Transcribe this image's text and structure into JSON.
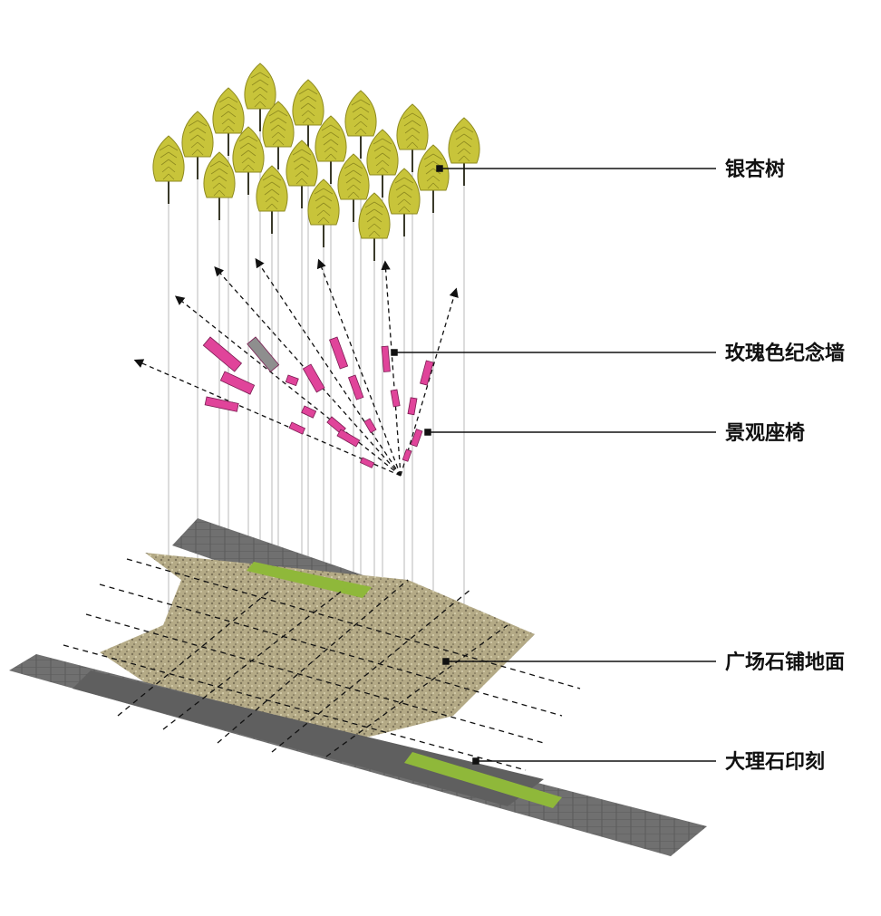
{
  "labels": {
    "ginkgo": "银杏树",
    "memorial_wall": "玫瑰色纪念墙",
    "bench": "景观座椅",
    "plaza_paving": "广场石铺地面",
    "marble_engraving": "大理石印刻"
  },
  "colors": {
    "tree_foliage": "#c8c43a",
    "tree_trunk": "#3a3a2a",
    "wall_pink": "#e0449a",
    "wall_grey": "#8e8e8e",
    "paving_gravel": "#b8ae8a",
    "paving_stone": "#6b6b6b",
    "lawn": "#8fb83a",
    "line": "#111111"
  },
  "icons": {
    "tree": "ginkgo-tree-icon",
    "wall": "memorial-wall-block",
    "arrow": "dashed-arrow"
  }
}
